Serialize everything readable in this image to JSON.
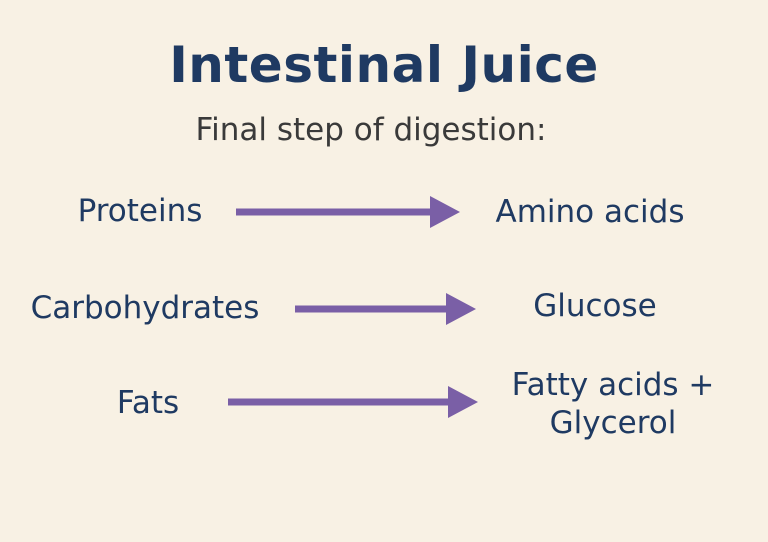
{
  "title": "Intestinal Juice",
  "subtitle": "Final step of digestion:",
  "arrow_color": "#7a5fa6",
  "text_color": "#1f3a62",
  "background_color": "#f8f1e4",
  "reactions": [
    {
      "substrate": "Proteins",
      "product": "Amino acids"
    },
    {
      "substrate": "Carbohydrates",
      "product": "Glucose"
    },
    {
      "substrate": "Fats",
      "product_line1": "Fatty acids +",
      "product_line2": "Glycerol"
    }
  ]
}
